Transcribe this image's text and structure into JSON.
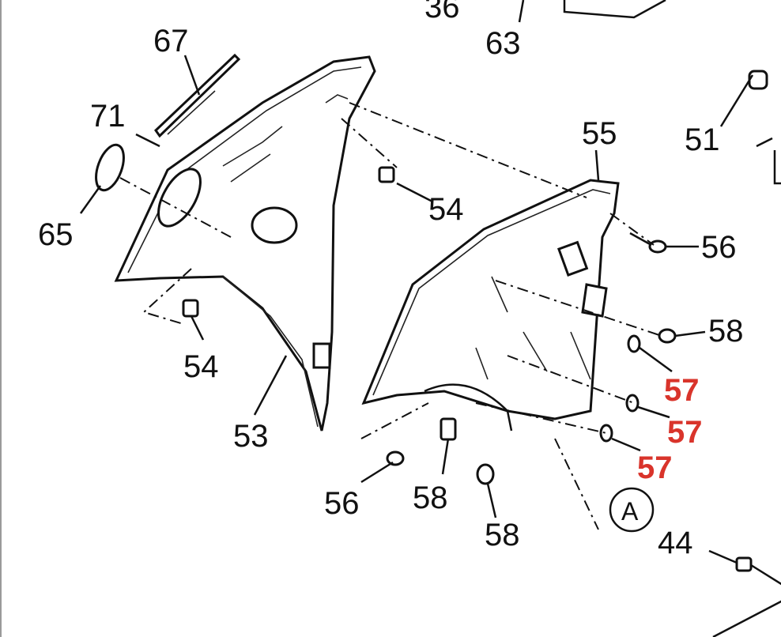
{
  "diagram": {
    "labels": {
      "l36": "36",
      "l63": "63",
      "l67": "67",
      "l71": "71",
      "l65": "65",
      "l54a": "54",
      "l54b": "54",
      "l53": "53",
      "l55": "55",
      "l51": "51",
      "l56a": "56",
      "l58a": "58",
      "l57a": "57",
      "l57b": "57",
      "l57c": "57",
      "l56b": "56",
      "l58b": "58",
      "l58c": "58",
      "lA": "A",
      "l44": "44"
    },
    "highlight_color": "#d9342b"
  }
}
